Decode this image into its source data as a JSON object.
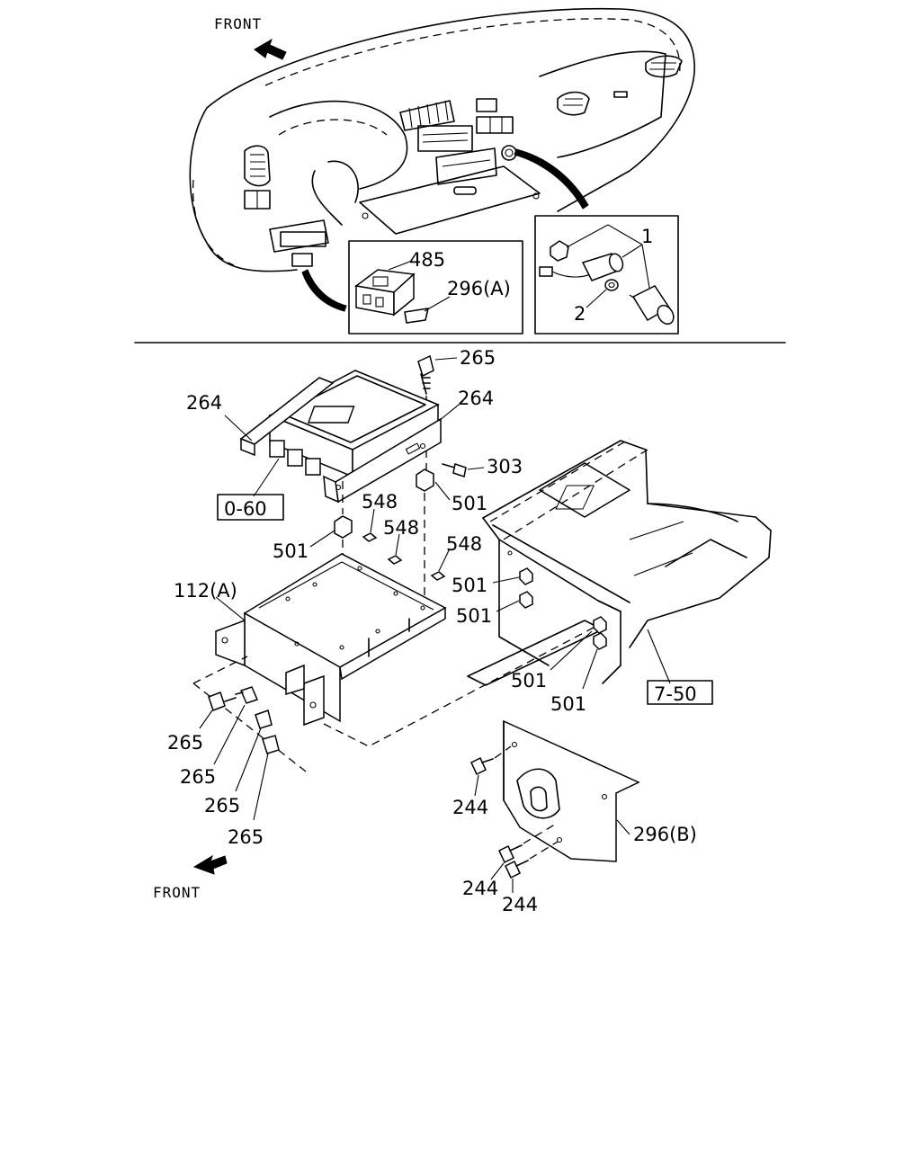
{
  "directions": {
    "front_top": "FRONT",
    "front_bottom": "FRONT"
  },
  "callouts": {
    "c_485": "485",
    "c_296a": "296(A)",
    "c_1": "1",
    "c_2": "2",
    "c_265_top": "265",
    "c_264_left": "264",
    "c_264_right": "264",
    "c_303": "303",
    "c_501_a": "501",
    "c_501_b": "501",
    "c_548_a": "548",
    "c_548_b": "548",
    "c_548_c": "548",
    "c_501_c": "501",
    "c_501_d": "501",
    "c_112a": "112(A)",
    "c_265_a": "265",
    "c_265_b": "265",
    "c_265_c": "265",
    "c_265_d": "265",
    "c_501_e": "501",
    "c_501_f": "501",
    "c_244_a": "244",
    "c_244_b": "244",
    "c_244_c": "244",
    "c_296b": "296(B)"
  },
  "references": {
    "ref_0_60": "0-60",
    "ref_7_50": "7-50"
  }
}
